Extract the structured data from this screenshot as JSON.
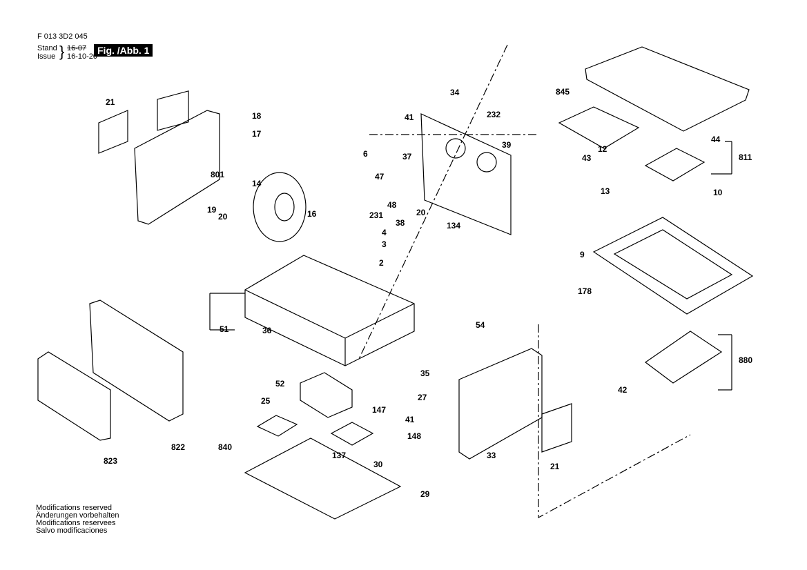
{
  "header": {
    "doc_number": "F 013 3D2 045",
    "stand_label": "Stand",
    "issue_label": "Issue",
    "old_date": "16-07",
    "date": "16-10-20",
    "figure_label": "Fig. /Abb. 1"
  },
  "footer": {
    "lines": [
      "Modifications reserved",
      "Änderungen vorbehalten",
      "Modifications reservees",
      "Salvo modificaciones"
    ]
  },
  "part_labels": [
    "21",
    "18",
    "17",
    "14",
    "19",
    "20",
    "16",
    "34",
    "232",
    "41",
    "39",
    "6",
    "37",
    "47",
    "12",
    "44",
    "811",
    "43",
    "845",
    "48",
    "231",
    "38",
    "20",
    "134",
    "4",
    "3",
    "2",
    "13",
    "10",
    "9",
    "801",
    "178",
    "51",
    "36",
    "54",
    "35",
    "52",
    "25",
    "27",
    "147",
    "41",
    "148",
    "880",
    "42",
    "137",
    "30",
    "823",
    "822",
    "840",
    "33",
    "21",
    "29"
  ]
}
